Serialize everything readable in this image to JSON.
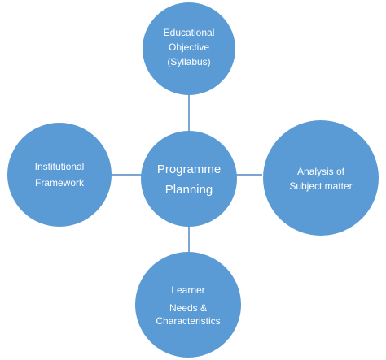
{
  "diagram": {
    "colors": {
      "node_fill": "#5b9bd5",
      "connector": "#7aa6cf",
      "text": "#ffffff"
    },
    "center": {
      "lines": [
        "Programme",
        "Planning"
      ]
    },
    "top": {
      "lines": [
        "Educational",
        "Objective",
        "(Syllabus)"
      ]
    },
    "left": {
      "lines": [
        "Institutional",
        "Framework"
      ]
    },
    "right": {
      "lines": [
        "Analysis of",
        "Subject matter"
      ]
    },
    "bottom": {
      "lines": [
        "Learner",
        "Needs &",
        "Characteristics"
      ]
    }
  }
}
